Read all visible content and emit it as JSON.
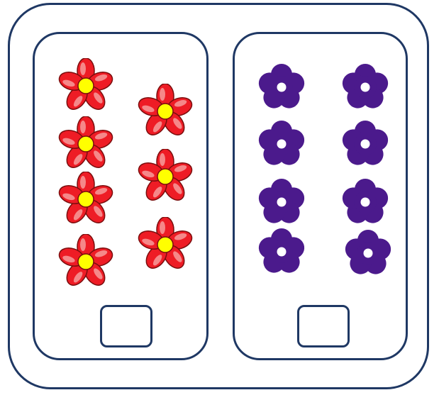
{
  "colors": {
    "frame_stroke": "#1f3864",
    "red_petal": "#ee1c25",
    "red_petal_light": "#f79b9b",
    "red_center": "#ffff00",
    "purple_petal": "#4b1a8c",
    "purple_center": "#ffffff"
  },
  "groups": [
    {
      "name": "left-group",
      "flower_type": "red-flower",
      "count": 7,
      "answer_value": ""
    },
    {
      "name": "right-group",
      "flower_type": "purple-flower",
      "count": 8,
      "answer_value": ""
    }
  ]
}
